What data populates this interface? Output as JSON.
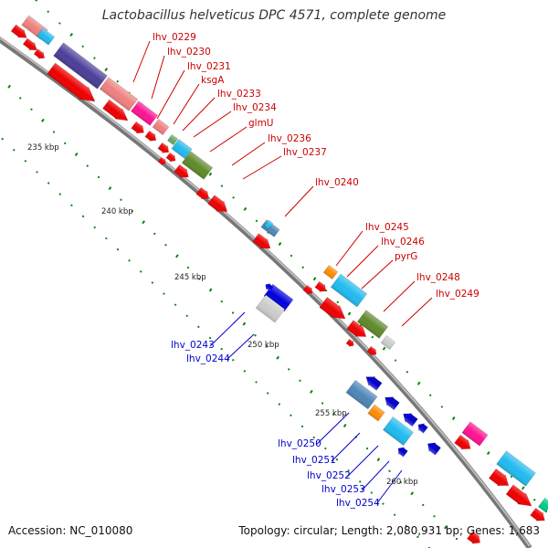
{
  "title": "Lactobacillus helveticus DPC 4571, complete genome",
  "accession_text": "Accession: NC_010080",
  "summary_text": "Topology: circular; Length: 2,080,931 bp; Genes: 1,683",
  "scale_labels": [
    "235 kbp",
    "240 kbp",
    "245 kbp",
    "250 kbp",
    "255 kbp",
    "260 kbp"
  ],
  "forward_gene_labels": [
    "lhv_0229",
    "lhv_0230",
    "lhv_0231",
    "ksgA",
    "lhv_0233",
    "lhv_0234",
    "glmU",
    "lhv_0236",
    "lhv_0237",
    "lhv_0240",
    "lhv_0245",
    "lhv_0246",
    "pyrG",
    "lhv_0248",
    "lhv_0249"
  ],
  "reverse_gene_labels": [
    "lhv_0243",
    "lhv_0244",
    "lhv_0250",
    "lhv_0251",
    "lhv_0252",
    "lhv_0253",
    "lhv_0254"
  ],
  "colors": {
    "forward_label": "#cc0000",
    "reverse_label": "#0000cc",
    "cds": "#ee0000",
    "backbone": "#888888",
    "tick_green": "#008800"
  }
}
